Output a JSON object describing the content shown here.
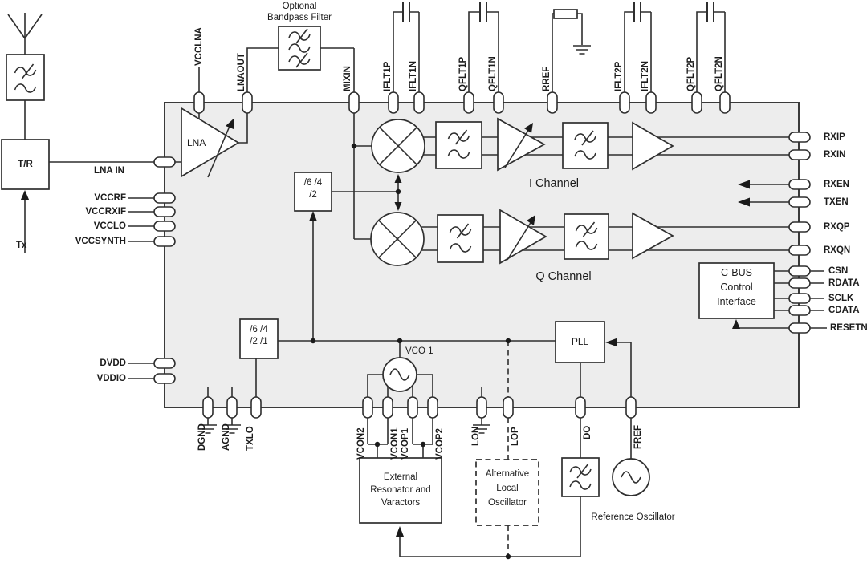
{
  "colors": {
    "chip_fill": "#ededed",
    "line": "#2f2f2f",
    "background": "#ffffff"
  },
  "chip": {
    "i_channel": "I Channel",
    "q_channel": "Q Channel",
    "lna": "LNA",
    "pll": "PLL",
    "vco": "VCO 1",
    "div_rx_l1": "/6 /4",
    "div_rx_l2": "/2",
    "div_lo_l1": "/6 /4",
    "div_lo_l2": "/2 /1",
    "cbus_l1": "C-BUS",
    "cbus_l2": "Control",
    "cbus_l3": "Interface"
  },
  "external": {
    "tr": "T/R",
    "tx": "Tx",
    "opt_filter_l1": "Optional",
    "opt_filter_l2": "Bandpass Filter",
    "resonator_l1": "External",
    "resonator_l2": "Resonator and",
    "resonator_l3": "Varactors",
    "alt_lo_l1": "Alternative",
    "alt_lo_l2": "Local",
    "alt_lo_l3": "Oscillator",
    "ref_osc": "Reference Oscillator"
  },
  "pins": {
    "left": {
      "lna_in": "LNA IN",
      "vccrf": "VCCRF",
      "vccrxif": "VCCRXIF",
      "vcclo": "VCCLO",
      "vccsynth": "VCCSYNTH",
      "dvdd": "DVDD",
      "vddio": "VDDIO"
    },
    "top": {
      "vcclna": "VCCLNA",
      "lnaout": "LNAOUT",
      "mixin": "MIXIN",
      "iflt1p": "IFLT1P",
      "iflt1n": "IFLT1N",
      "qflt1p": "QFLT1P",
      "qflt1n": "QFLT1N",
      "rref": "RREF",
      "iflt2p": "IFLT2P",
      "iflt2n": "IFLT2N",
      "qflt2p": "QFLT2P",
      "qflt2n": "QFLT2N"
    },
    "right": {
      "rxip": "RXIP",
      "rxin": "RXIN",
      "rxen": "RXEN",
      "txen": "TXEN",
      "rxqp": "RXQP",
      "rxqn": "RXQN",
      "csn": "CSN",
      "rdata": "RDATA",
      "sclk": "SCLK",
      "cdata": "CDATA",
      "resetn": "RESETN"
    },
    "bottom": {
      "dgnd": "DGND",
      "agnd": "AGND",
      "txlo": "TXLO",
      "vcon2": "VCON2",
      "vcon1": "VCON1",
      "vcop1": "VCOP1",
      "vcop2": "VCOP2",
      "lon": "LON",
      "lop": "LOP",
      "do_pin": "DO",
      "fref": "FREF"
    }
  }
}
